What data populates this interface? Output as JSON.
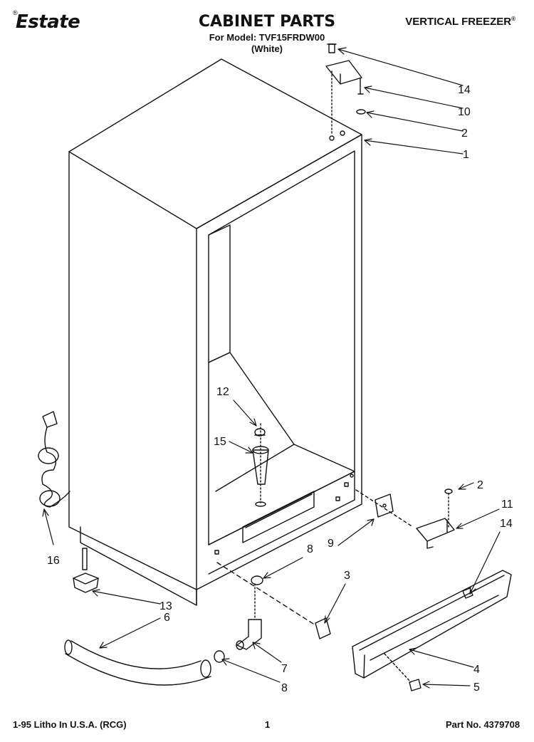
{
  "header": {
    "brand": "Estate",
    "brand_mark": "®",
    "title": "CABINET PARTS",
    "model_line": "For Model: TVF15FRDW00",
    "color_line": "(White)",
    "product_type": "VERTICAL FREEZER",
    "product_type_mark": "®"
  },
  "footer": {
    "print_line": "1-95 Litho In U.S.A. (RCG)",
    "page_number": "1",
    "part_number": "Part No. 4379708"
  },
  "callouts": {
    "c14a": "14",
    "c10": "10",
    "c2a": "2",
    "c1": "1",
    "c12": "12",
    "c15": "15",
    "c16": "16",
    "c2b": "2",
    "c11": "11",
    "c14b": "14",
    "c8a": "8",
    "c9": "9",
    "c3": "3",
    "c13": "13",
    "c6": "6",
    "c7": "7",
    "c8b": "8",
    "c4": "4",
    "c5": "5"
  }
}
